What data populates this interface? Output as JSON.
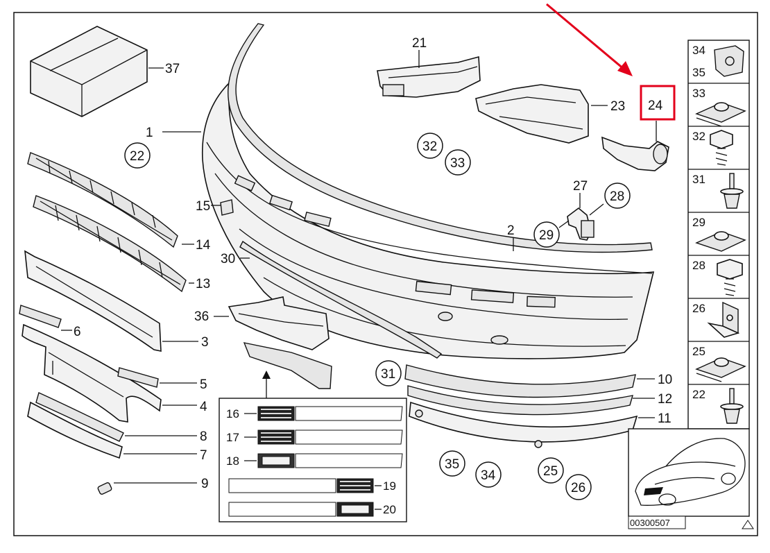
{
  "diagram": {
    "footer_code": "00300507",
    "callouts": {
      "p1": "1",
      "p2": "2",
      "p3": "3",
      "p4": "4",
      "p5": "5",
      "p6": "6",
      "p7": "7",
      "p8": "8",
      "p9": "9",
      "p10": "10",
      "p11": "11",
      "p12": "12",
      "p13": "13",
      "p14": "14",
      "p15": "15",
      "p16": "16",
      "p17": "17",
      "p18": "18",
      "p19": "19",
      "p20": "20",
      "p21": "21",
      "p23": "23",
      "p27": "27",
      "p30": "30",
      "p36": "36",
      "p37": "37"
    },
    "circled": {
      "c22": "22",
      "c32": "32",
      "c33": "33",
      "c28": "28",
      "c29": "29",
      "c31": "31",
      "c35": "35",
      "c34": "34",
      "c25": "25",
      "c26": "26"
    },
    "highlight": {
      "label": "24",
      "color": "#e3001b"
    },
    "sidebar": {
      "rows": [
        {
          "label": "34",
          "label2": "35",
          "icon": "clip-nut-icon"
        },
        {
          "label": "33",
          "icon": "spring-nut-icon"
        },
        {
          "label": "32",
          "icon": "hex-bolt-icon"
        },
        {
          "label": "31",
          "icon": "expansion-rivet-icon"
        },
        {
          "label": "29",
          "icon": "spring-nut-icon"
        },
        {
          "label": "28",
          "icon": "hex-bolt-icon"
        },
        {
          "label": "26",
          "icon": "bracket-clip-icon"
        },
        {
          "label": "25",
          "icon": "spring-nut-icon"
        },
        {
          "label": "22",
          "icon": "expansion-rivet-icon"
        }
      ]
    },
    "colors": {
      "arrow": "#e3001b",
      "frame": "#111111"
    }
  }
}
